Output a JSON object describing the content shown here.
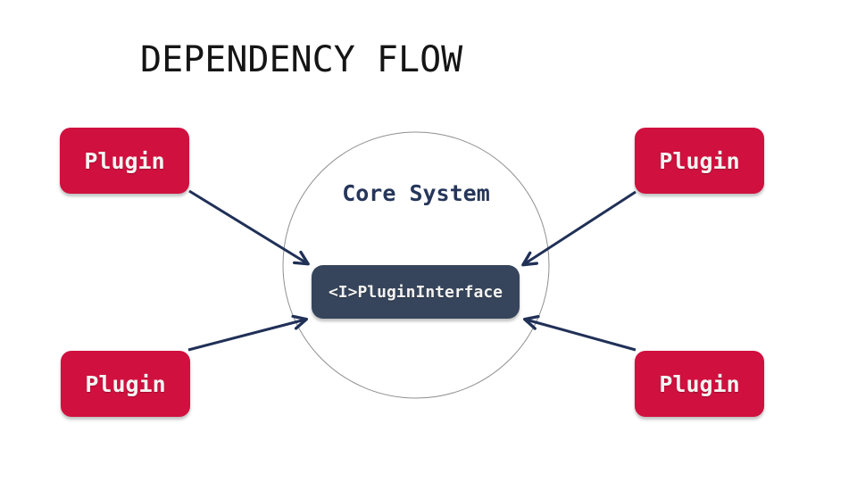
{
  "title": "DEPENDENCY FLOW",
  "diagram": {
    "core": {
      "label": "Core System"
    },
    "interface": {
      "label": "<I>PluginInterface"
    },
    "plugins": [
      {
        "position": "top-left",
        "label": "Plugin"
      },
      {
        "position": "top-right",
        "label": "Plugin"
      },
      {
        "position": "bottom-left",
        "label": "Plugin"
      },
      {
        "position": "bottom-right",
        "label": "Plugin"
      }
    ],
    "colors": {
      "plugin_box": "#d0103f",
      "interface_box": "#36455c",
      "arrow": "#203057",
      "core_text": "#26365a",
      "title_text": "#151515",
      "circle_stroke": "#909090",
      "background": "#ffffff",
      "label_text": "#f4f3f1"
    }
  }
}
